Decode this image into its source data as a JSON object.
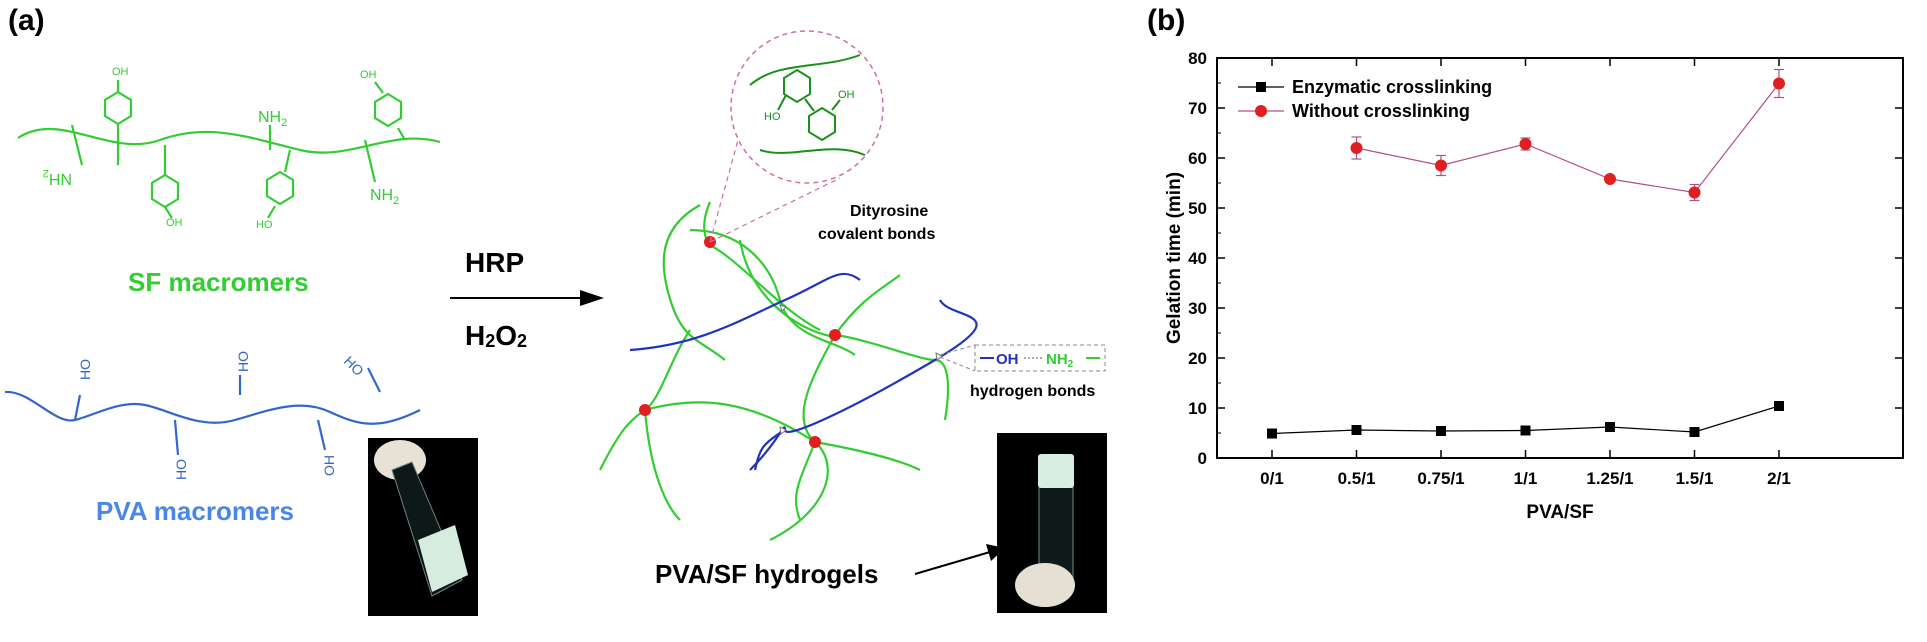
{
  "panel_a": {
    "label": "(a)",
    "sf_title": "SF macromers",
    "pva_title": "PVA macromers",
    "reaction_top": "HRP",
    "reaction_bottom_main": "H",
    "reaction_bottom_sub": "2",
    "reaction_bottom_main2": "O",
    "reaction_bottom_sub2": "2",
    "dityrosine_line1": "Dityrosine",
    "dityrosine_line2": "covalent bonds",
    "hbond_caption": "hydrogen bonds",
    "hbond_oh": "OH",
    "hbond_nh": "NH",
    "hbond_nh_sub": "2",
    "hydrogel_label": "PVA/SF hydrogels",
    "oh_text": "OH",
    "ho_text": "HO",
    "nh2_main": "NH",
    "nh2_sub": "2",
    "colors": {
      "sf": "#33cc33",
      "sf_dark": "#1a8f1a",
      "pva": "#3366cc",
      "pva_light": "#4a86e8",
      "crosslink": "#e02020"
    }
  },
  "panel_b": {
    "label": "(b)"
  },
  "chart_data": {
    "type": "line",
    "categories": [
      "0/1",
      "0.5/1",
      "0.75/1",
      "1/1",
      "1.25/1",
      "1.5/1",
      "2/1"
    ],
    "xlabel": "PVA/SF",
    "ylabel": "Gelation time (min)",
    "ylim": [
      0,
      80
    ],
    "yticks": [
      "0",
      "10",
      "20",
      "30",
      "40",
      "50",
      "60",
      "70",
      "80"
    ],
    "legend_position": "top-left",
    "series": [
      {
        "name": "Enzymatic crosslinking",
        "color": "#000000",
        "marker": "square",
        "values": [
          4.9,
          5.6,
          5.4,
          5.5,
          6.2,
          5.2,
          10.4
        ],
        "errors": [
          0.3,
          0.4,
          0.4,
          0.4,
          0.6,
          0.4,
          0.5
        ]
      },
      {
        "name": "Without crosslinking",
        "color": "#e02020",
        "line_color": "#b0508a",
        "marker": "circle",
        "values": [
          null,
          62.0,
          58.5,
          62.8,
          55.8,
          53.1,
          74.9
        ],
        "errors": [
          null,
          2.2,
          2.0,
          1.2,
          0.4,
          1.6,
          2.8
        ]
      }
    ]
  }
}
